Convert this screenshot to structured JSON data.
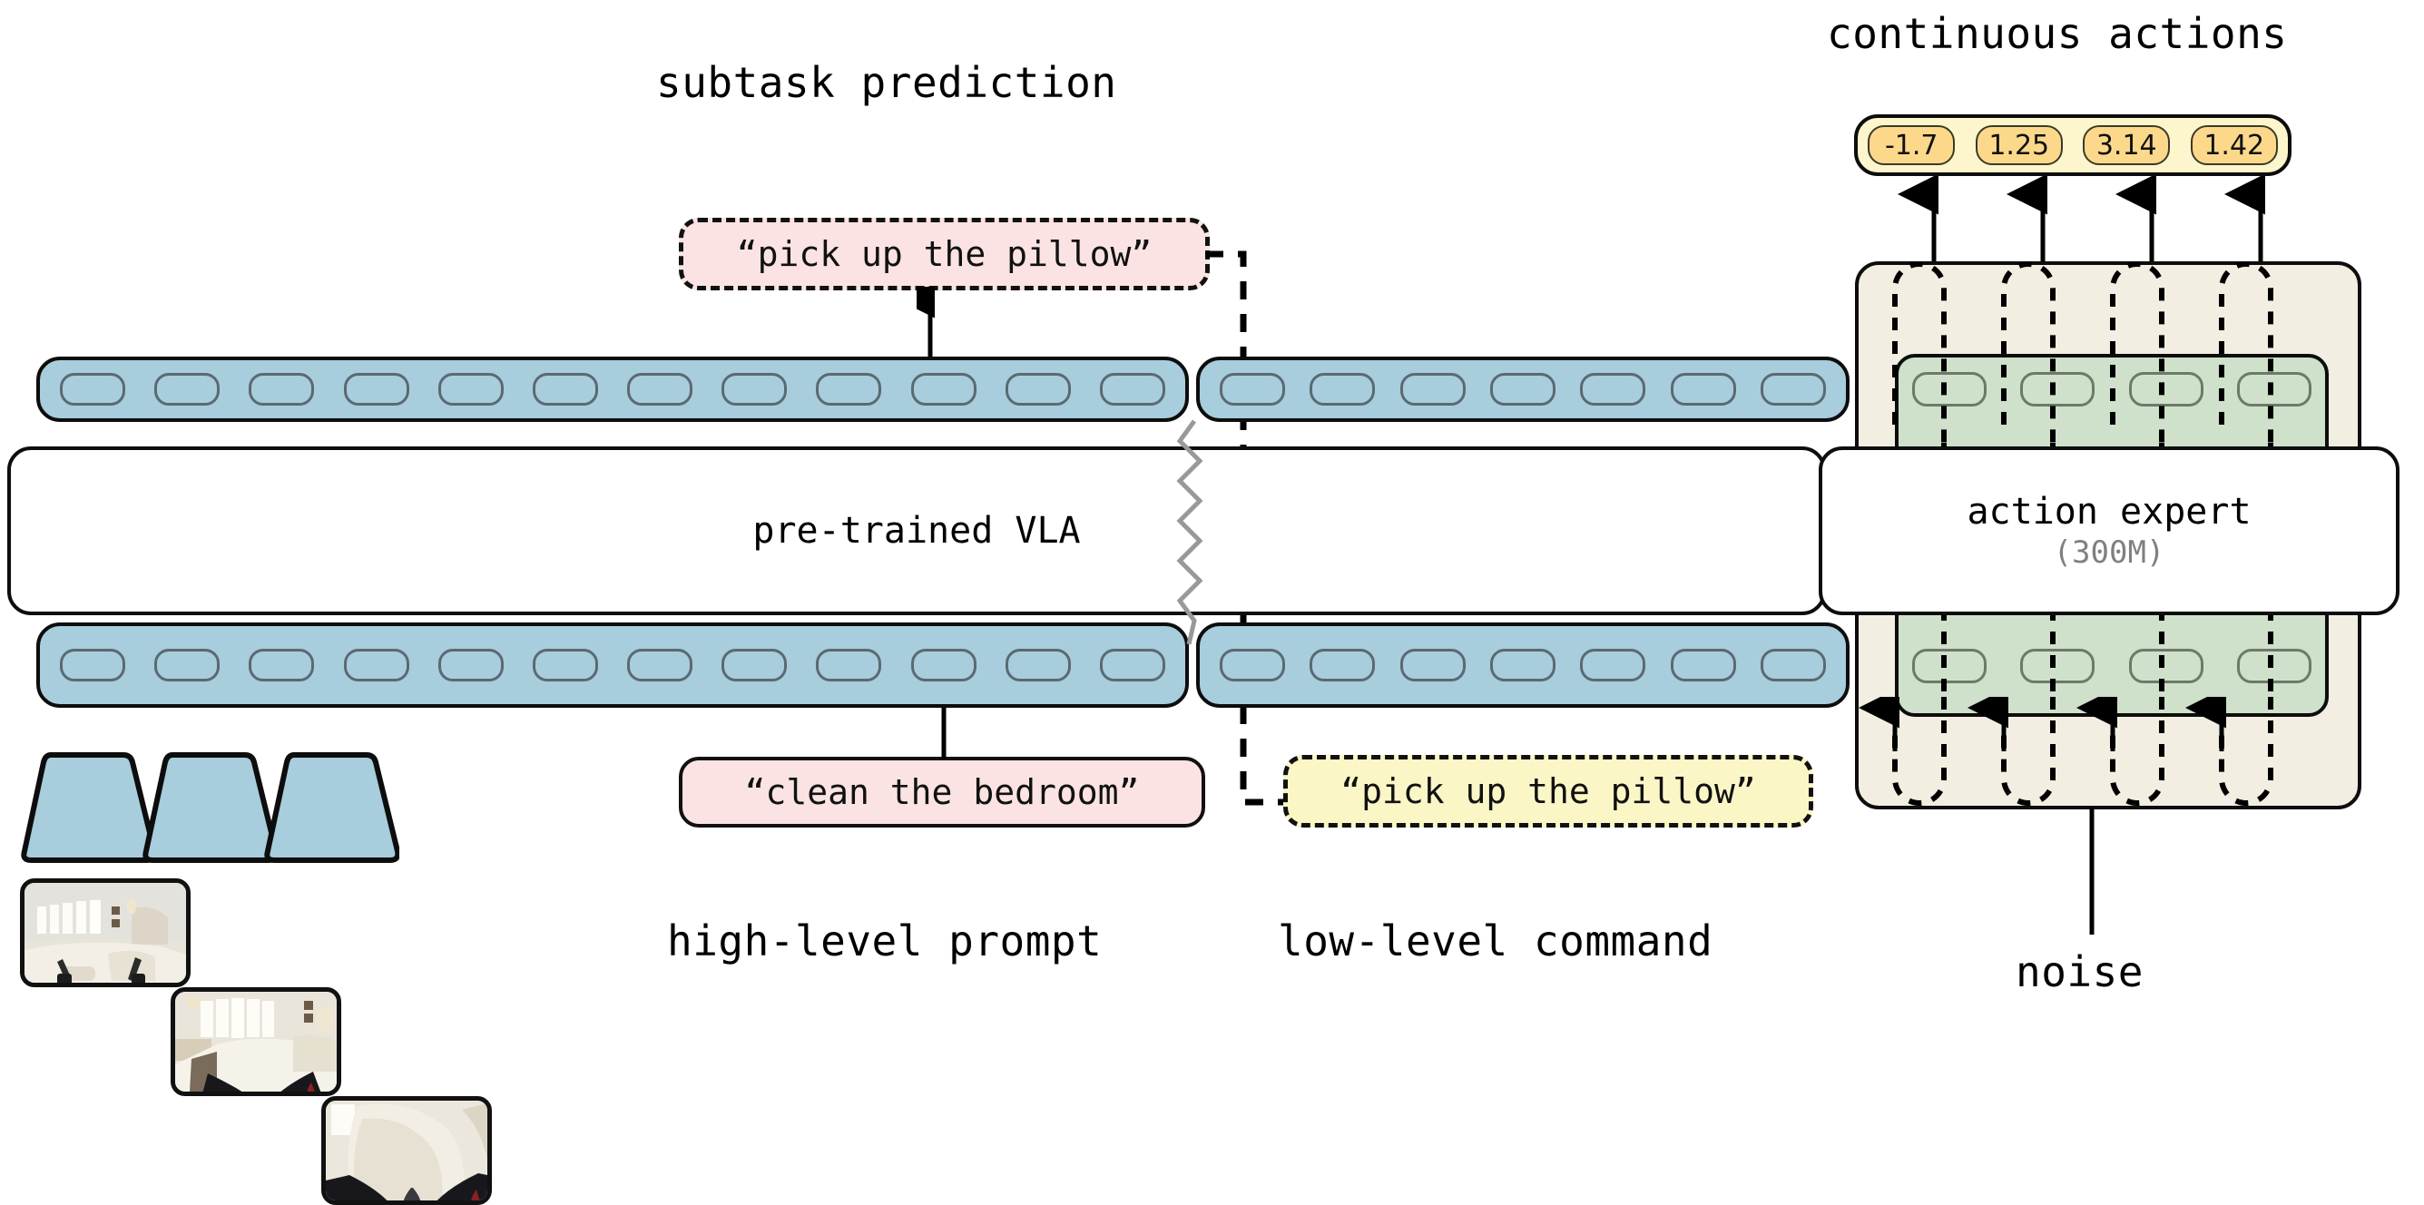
{
  "headings": {
    "subtask_prediction": "subtask prediction",
    "continuous_actions": "continuous actions",
    "high_level_prompt": "high-level prompt",
    "low_level_command": "low-level command",
    "noise": "noise"
  },
  "boxes": {
    "subtask_output": "“pick up the pillow”",
    "high_level_prompt_text": "“clean the bedroom”",
    "low_level_command_text": "“pick up the pillow”",
    "vla_title": "pre-trained VLA",
    "expert_title": "action expert",
    "expert_params": "(300M)"
  },
  "continuous_actions": [
    "-1.7",
    "1.25",
    "3.14",
    "1.42"
  ],
  "tokens": {
    "left_strip_count": 12,
    "right_strip_count": 7,
    "expert_token_count": 4
  },
  "cameras": [
    {
      "name": "camera-view-left"
    },
    {
      "name": "camera-view-center"
    },
    {
      "name": "camera-view-right"
    }
  ],
  "colors": {
    "token_blue": "#a8cddc",
    "pink": "#fbe3e3",
    "yellow": "#fbf6c6",
    "beige": "#f2eee1",
    "green": "#cfe0cb",
    "action_bar": "#fdf6cd",
    "action_pill": "#fcd98a",
    "stroke": "#0d0d0d",
    "muted_text": "#808080"
  }
}
